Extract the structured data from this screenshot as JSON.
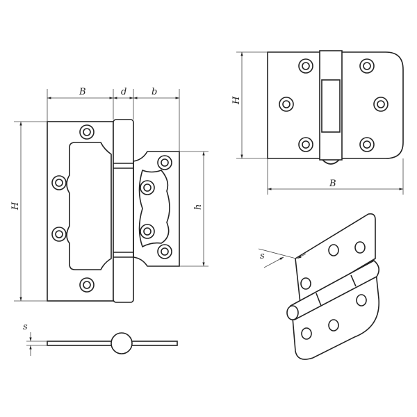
{
  "front_view": {
    "label_B": "B",
    "label_d": "d",
    "label_b": "b",
    "label_H": "H",
    "label_h": "h"
  },
  "side_view": {
    "label_s": "s"
  },
  "closed_view": {
    "label_H": "H",
    "label_B": "B"
  },
  "perspective_view": {
    "label_s": "s"
  }
}
